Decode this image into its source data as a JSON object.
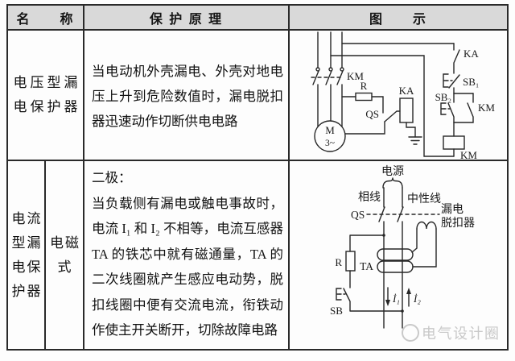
{
  "header": {
    "name": "名　　称",
    "principle": "保 护 原 理",
    "diagram": "图　　示"
  },
  "rows": [
    {
      "name_lines": [
        "电压型漏",
        "电保护器"
      ],
      "principle": "当电动机外壳漏电、外壳对地电压上升到危险数值时，漏电脱扣器迅速动作切断供电电路",
      "diagram": {
        "km_main": "KM",
        "resistor": "R",
        "qs": "QS",
        "ka_coil": "KA",
        "motor_letter": "M",
        "motor_phase": "3~",
        "ka_contact": "KA",
        "sb1": "SB₁",
        "sb2": "SB₂",
        "km_contact": "KM",
        "km_coil": "KM"
      }
    },
    {
      "name_lines": [
        "电流",
        "型漏",
        "电保",
        "护器"
      ],
      "subtype_lines": [
        "电磁",
        "式"
      ],
      "principle_heading": "二极：",
      "principle": "当负载侧有漏电或触电事故时，电流 I₁ 和 I₂ 不相等，电流互感器 TA 的铁芯中就有磁通量，TA 的二次线圈就产生感应电动势，脱扣线圈中便有交流电流，衔铁动作使主开关断开，切除故障电路",
      "diagram": {
        "power": "电源",
        "phase_line": "相线",
        "neutral_line": "中性线",
        "qs": "QS",
        "tripper_line1": "漏电",
        "tripper_line2": "脱扣器",
        "resistor": "R",
        "ta": "TA",
        "i1": "İ₁",
        "i2": "İ₂",
        "sb": "SB"
      }
    }
  ],
  "watermark": {
    "text": "电气设计圈"
  },
  "colors": {
    "header_bg": "#d9d9d9",
    "border": "#2a2a2a",
    "text": "#111111",
    "watermark": "#c9c9c9"
  }
}
